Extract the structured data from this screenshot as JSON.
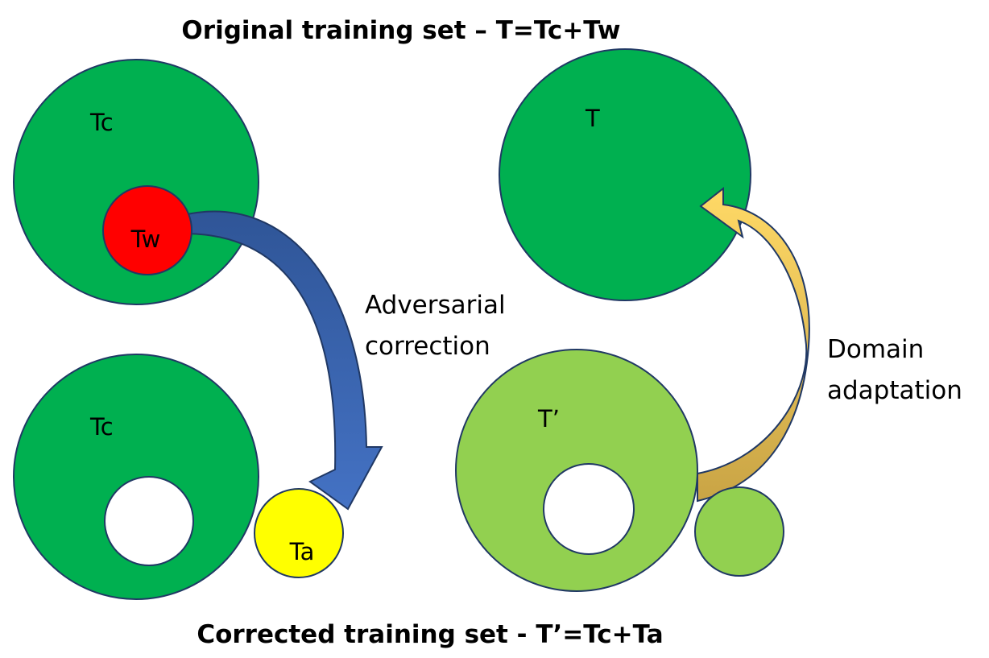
{
  "titles": {
    "top": "Original training set – T=Tc+Tw",
    "bottom": "Corrected training set - T’=Tc+Ta"
  },
  "sets": {
    "tc_top": "Tc",
    "tw": "Tw",
    "tc_bottom": "Tc",
    "ta": "Ta",
    "t": "T",
    "t_prime": "T’"
  },
  "arrows": {
    "adversarial_line1": "Adversarial",
    "adversarial_line2": "correction",
    "domain_line1": "Domain",
    "domain_line2": "adaptation"
  },
  "colors": {
    "dark_green": "#00b050",
    "light_green": "#92d050",
    "red": "#ff0000",
    "yellow": "#ffff00",
    "blue_arrow": "#4472c4",
    "gold_arrow": "#ffd966",
    "outline": "#203864"
  }
}
